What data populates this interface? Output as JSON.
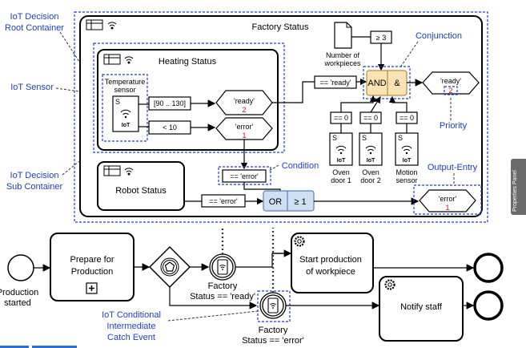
{
  "annotations": {
    "root_container": [
      "IoT Decision",
      "Root Container"
    ],
    "iot_sensor": "IoT Sensor",
    "sub_container": [
      "IoT Decision",
      "Sub Container"
    ],
    "conjunction": "Conjunction",
    "priority": "Priority",
    "condition": "Condition",
    "output_entry": "Output-Entry",
    "catch_event": [
      "IoT Conditional",
      "Intermediate",
      "Catch Event"
    ]
  },
  "factory": {
    "title": "Factory Status",
    "heating_title": "Heating Status",
    "robot_title": "Robot Status",
    "temperature_sensor": [
      "Temperature",
      "sensor"
    ],
    "range_condition": "[90 .. 130]",
    "lt_condition": "< 10",
    "output_ready": "'ready'",
    "output_ready_priority": "2",
    "output_error": "'error'",
    "output_error_priority": "1",
    "workpiece_label": [
      "Number of",
      "workpieces"
    ],
    "ge3_condition": "≥ 3",
    "eq_ready": "== 'ready'",
    "and_label": "AND",
    "and_symbol": "&",
    "final_ready": "'ready'",
    "final_ready_priority": "2",
    "eq0_a": "== 0",
    "eq0_b": "== 0",
    "eq0_c": "== 0",
    "oven_door_1": [
      "Oven",
      "door 1"
    ],
    "oven_door_2": [
      "Oven",
      "door 2"
    ],
    "motion_sensor": [
      "Motion",
      "sensor"
    ],
    "eq_error_heating": "== 'error'",
    "eq_error_robot": "== 'error'",
    "or_label": "OR",
    "or_symbol": "≥ 1",
    "final_error": "'error'",
    "final_error_priority": "1",
    "iot_badge": "IoT",
    "s_mark": "S"
  },
  "process": {
    "start_label": [
      "Production",
      "started"
    ],
    "prepare_task": [
      "Prepare for",
      "Production"
    ],
    "event_ready": [
      "Factory",
      "Status == 'ready'"
    ],
    "event_error": [
      "Factory",
      "Status == 'error'"
    ],
    "start_production_task": [
      "Start production",
      "of workpiece"
    ],
    "notify_task": "Notify staff"
  },
  "ui": {
    "properties_panel": "Properties Panel"
  },
  "colors": {
    "annotation_blue": "#1f3fbf",
    "priority_red": "#d01010",
    "and_fill": "#fbe3b4",
    "or_fill": "#cfe0f5"
  }
}
